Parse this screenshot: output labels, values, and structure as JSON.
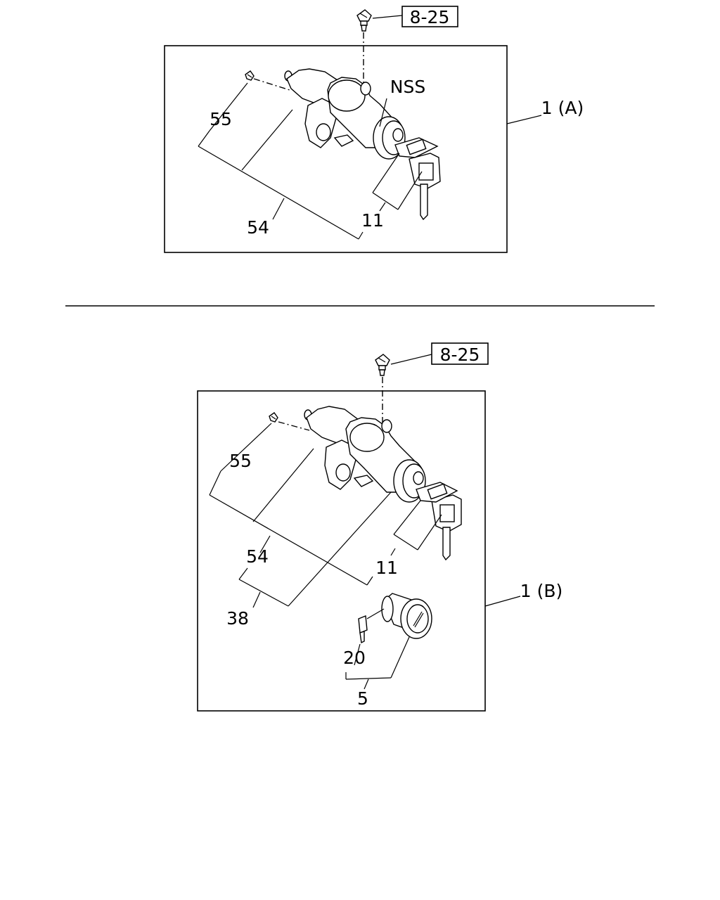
{
  "section_a": {
    "ref_label": "8-25",
    "nss_label": "NSS",
    "assembly_label": "1 (A)",
    "callouts": [
      "55",
      "54",
      "11"
    ]
  },
  "section_b": {
    "ref_label": "8-25",
    "assembly_label": "1 (B)",
    "callouts": [
      "55",
      "54",
      "38",
      "11",
      "20",
      "5"
    ]
  }
}
